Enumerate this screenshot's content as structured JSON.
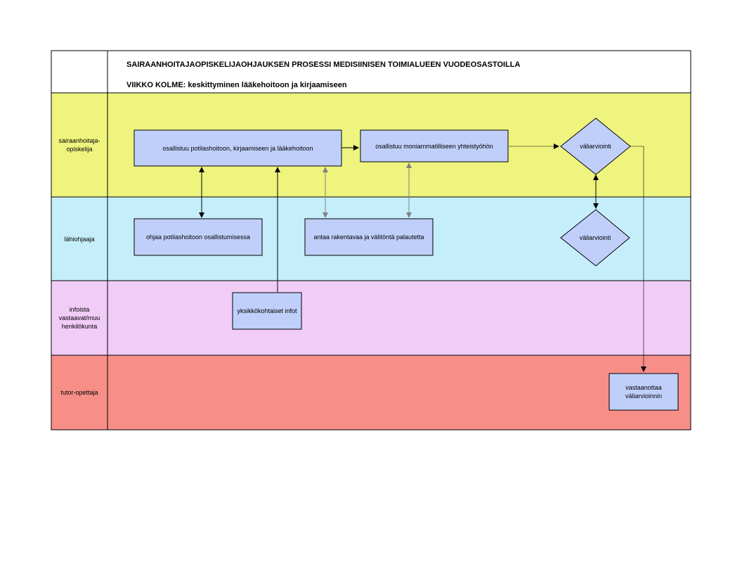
{
  "header": {
    "title": "SAIRAANHOITAJAOPISKELIJAOHJAUKSEN PROSESSI MEDISIINISEN TOIMIALUEEN VUODEOSASTOILLA",
    "subtitle": "VIIKKO KOLME: keskittyminen lääkehoitoon ja kirjaamiseen"
  },
  "lanes": [
    {
      "label": "sairaanhoitaja-\nopiskelija",
      "color": "#eef47e"
    },
    {
      "label": "lähiohjaaja",
      "color": "#c6eefa"
    },
    {
      "label": "infoista\nvastaavat/muu\nhenkilökunta",
      "color": "#f0ccf7"
    },
    {
      "label": "tutor-opettaja",
      "color": "#f78e88"
    }
  ],
  "nodes": {
    "osallistuu_potilashoitoon": "osallistuu potilashoitoon, kirjaamiseen ja lääkehoitoon",
    "osallistuu_moniammatilliseen": "osallistuu moniammatilliseen yhteistyöhön",
    "valiarviointi_opiskelija": "väliarviointi",
    "ohjaa_potilashoitoon": "ohjaa potilashoitoon osallistumisessa",
    "antaa_palautetta": "antaa rakentavaa ja välitöntä palautetta",
    "valiarviointi_lahiohjaaja": "väliarviointi",
    "yksikkokohtaiset_infot": "yksikkökohtaiset infot",
    "vastaanottaa": "vastaanottaa\nväliarvioinnin"
  },
  "colors": {
    "box_fill": "#c0cffa",
    "line": "#000000",
    "grey_line": "#808080"
  }
}
